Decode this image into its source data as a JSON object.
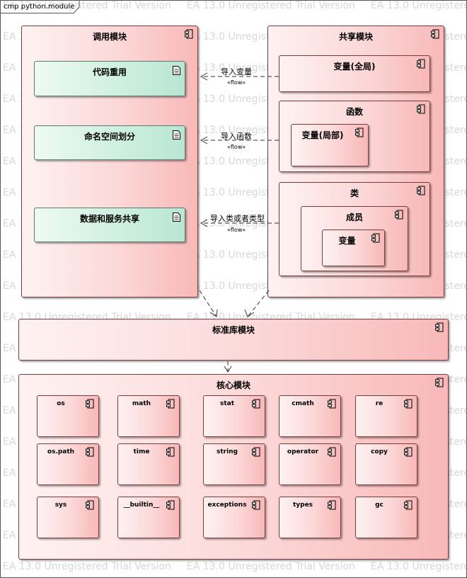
{
  "diagram": {
    "title": "cmp python.module",
    "watermark": "EA 13.0 Unregistered Trial Version",
    "colors": {
      "component_border": "#7a3a3a",
      "component_fill_light": "#fff2f2",
      "component_fill_dark": "#f8b8b8",
      "artifact_fill": "#cff0e0",
      "watermark": "#d8d8d8"
    },
    "calling_module": {
      "name": "调用模块",
      "artifacts": [
        "代码重用",
        "命名空间划分",
        "数据和服务共享"
      ]
    },
    "shared_module": {
      "name": "共享模块",
      "variable": "变量(全局)",
      "function": {
        "name": "函数",
        "local_variable": "变量(局部)"
      },
      "class": {
        "name": "类",
        "member": {
          "name": "成员",
          "variable": "变量"
        }
      }
    },
    "flows": [
      {
        "label": "导入变量",
        "stereotype": "«flow»"
      },
      {
        "label": "导入函数",
        "stereotype": "«flow»"
      },
      {
        "label": "导入类或者类型",
        "stereotype": "«flow»"
      }
    ],
    "stdlib_module": {
      "name": "标准库模块"
    },
    "core_module": {
      "name": "核心模块",
      "items": [
        "os",
        "math",
        "stat",
        "cmath",
        "re",
        "os.path",
        "time",
        "string",
        "operator",
        "copy",
        "sys",
        "__builtin__",
        "exceptions",
        "types",
        "gc"
      ]
    }
  }
}
